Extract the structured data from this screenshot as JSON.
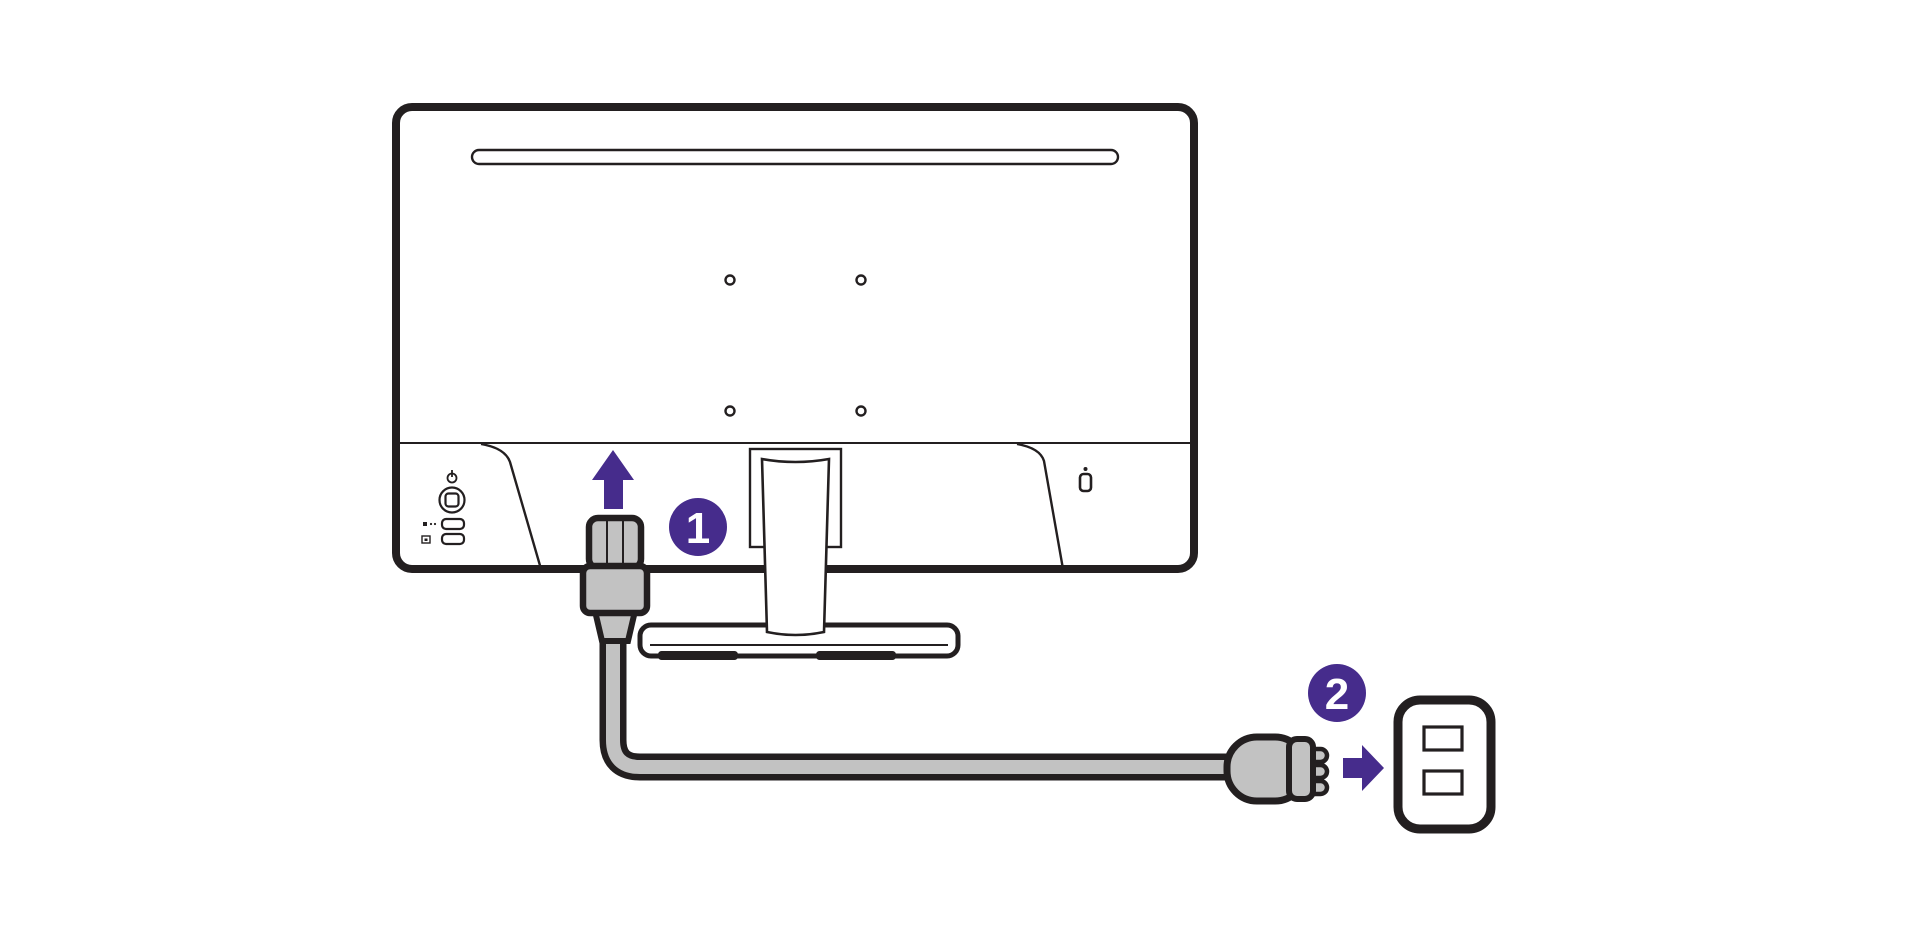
{
  "diagram": {
    "kind": "monitor-power-cable-installation-illustration",
    "steps": [
      {
        "number": "1",
        "label": "plug-power-cord-into-monitor-power-jack"
      },
      {
        "number": "2",
        "label": "plug-power-plug-into-wall-outlet"
      }
    ],
    "colors": {
      "accent_purple": "#462C8C",
      "outline_ink": "#231F20",
      "hardware_gray": "#C2C2C2",
      "background": "#FFFFFF"
    }
  }
}
